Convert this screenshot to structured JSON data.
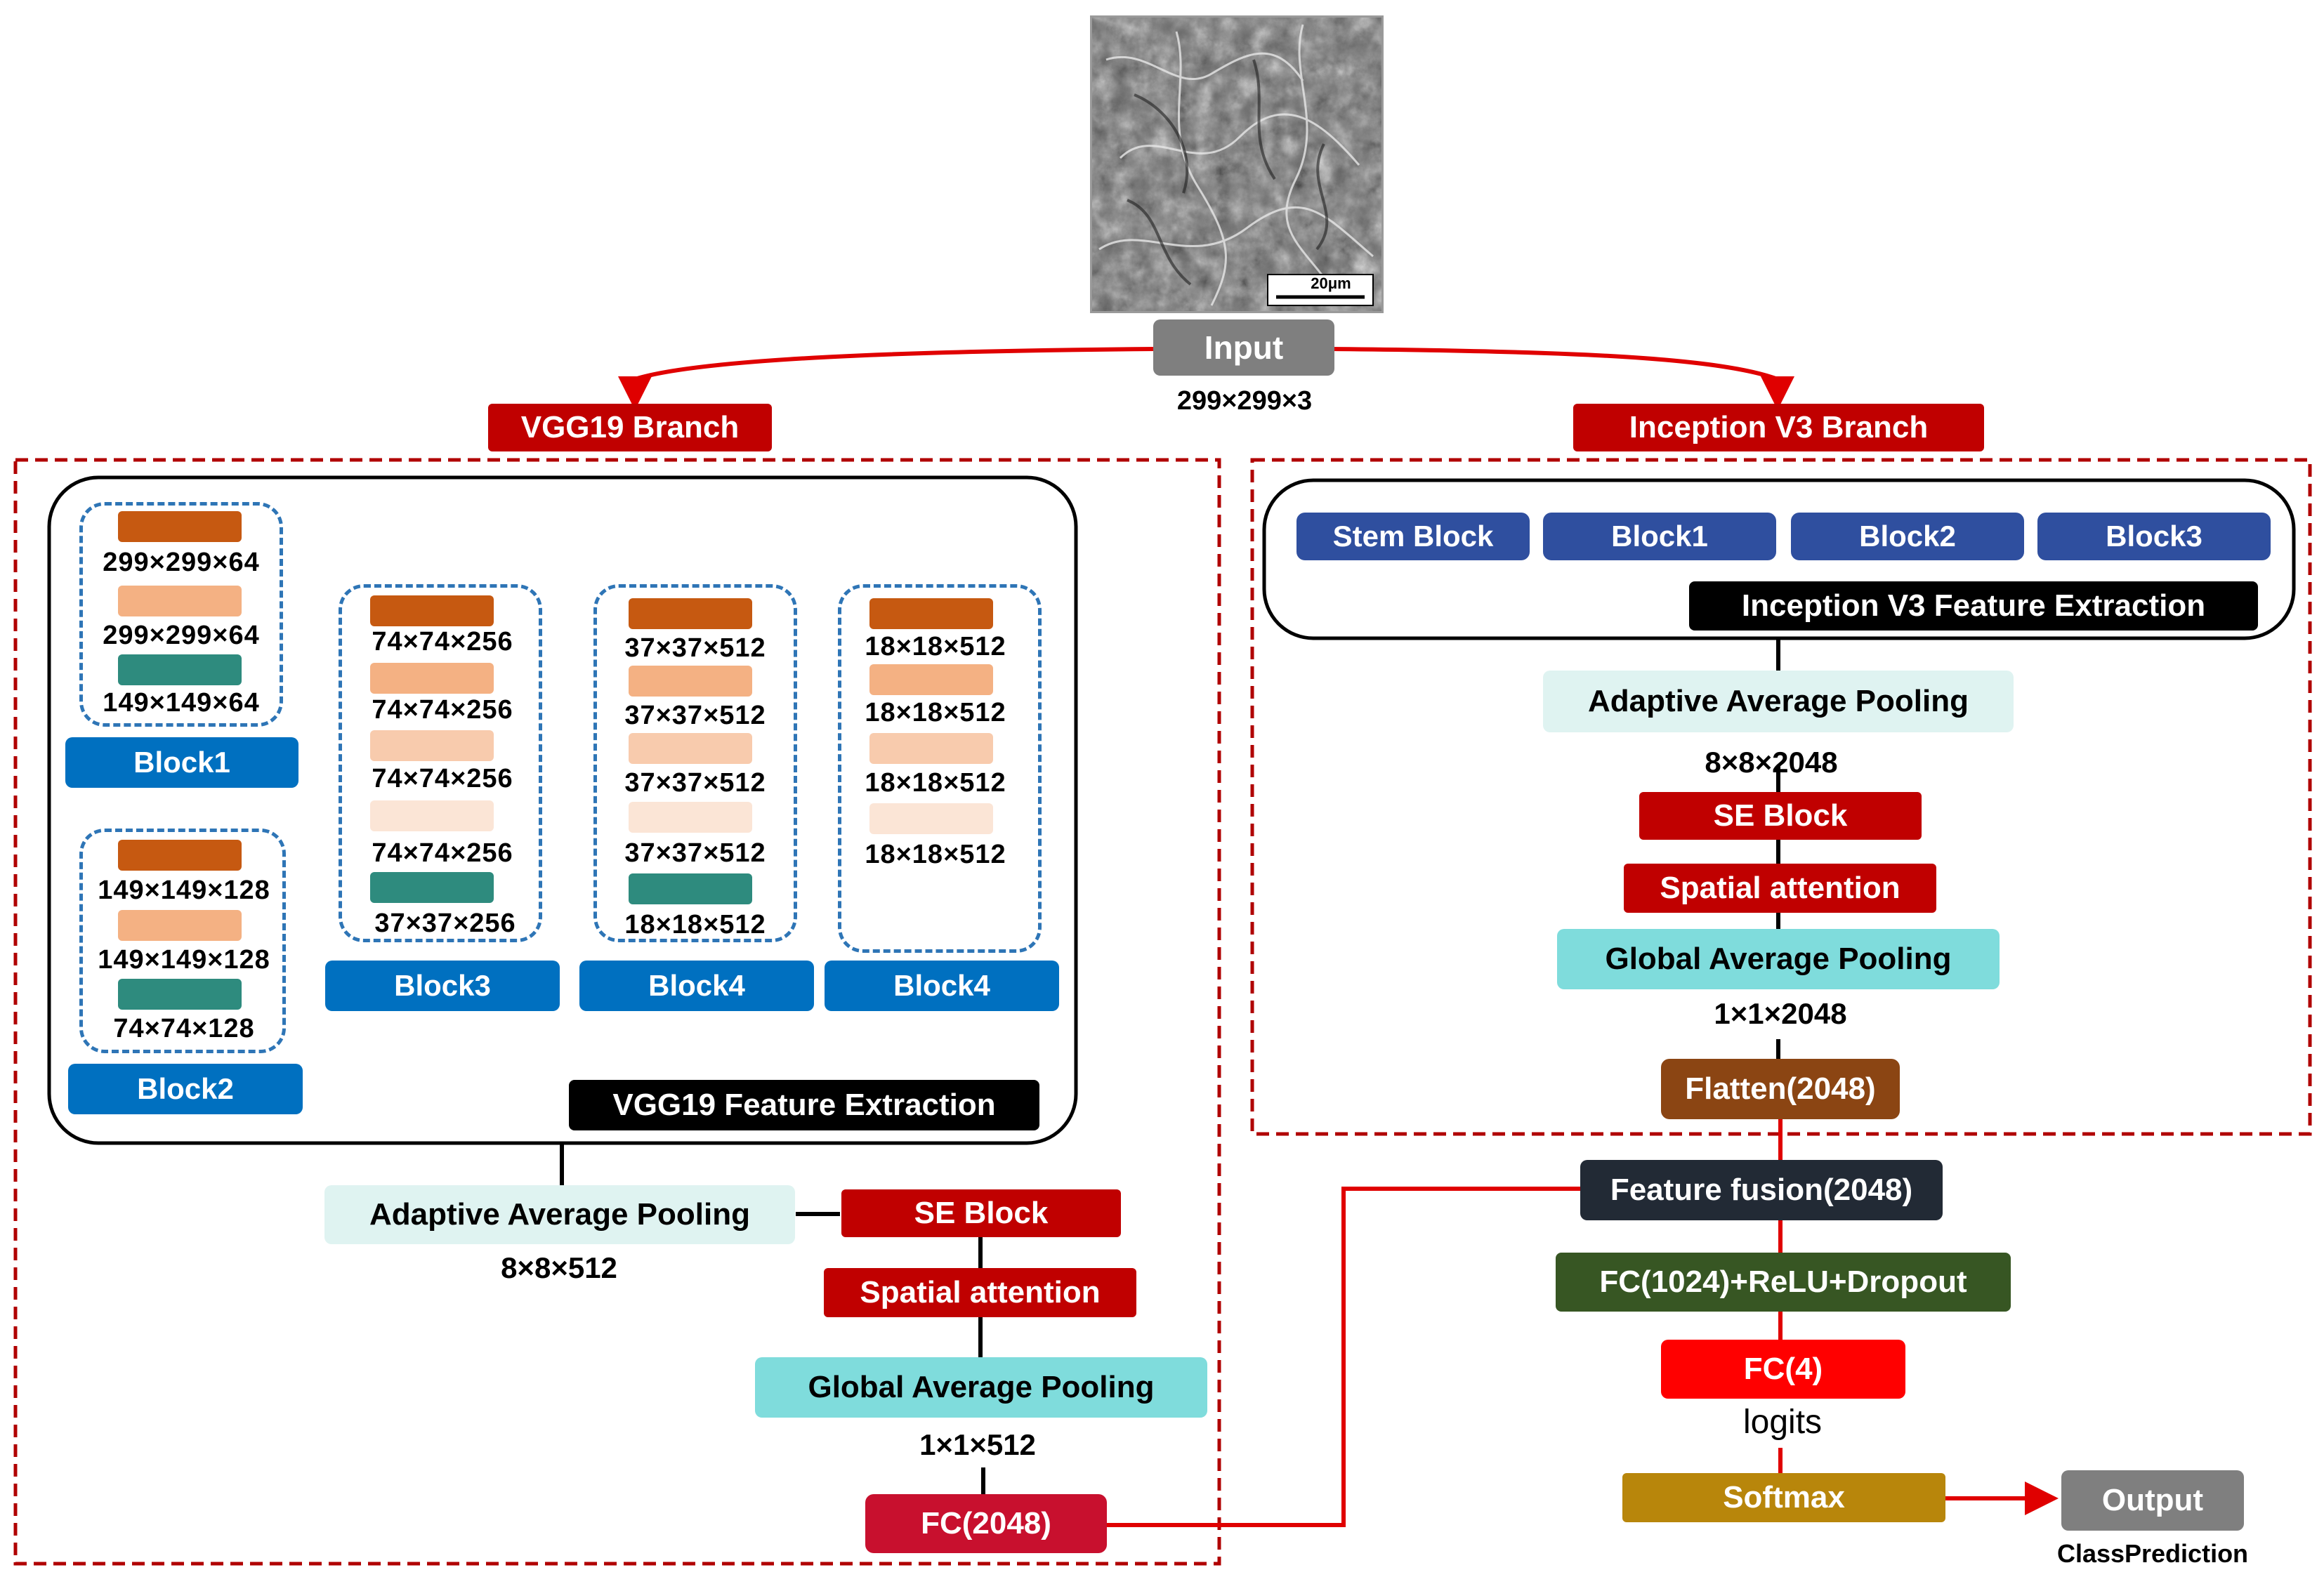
{
  "input": {
    "scale_bar_label": "20μm",
    "label": "Input",
    "dims": "299×299×3"
  },
  "branches": {
    "vgg": "VGG19 Branch",
    "inception": "Inception V3 Branch"
  },
  "vgg": {
    "block1": {
      "label": "Block1",
      "dims": [
        "299×299×64",
        "299×299×64",
        "149×149×64"
      ]
    },
    "block2": {
      "label": "Block2",
      "dims": [
        "149×149×128",
        "149×149×128",
        "74×74×128"
      ]
    },
    "block3": {
      "label": "Block3",
      "dims": [
        "74×74×256",
        "74×74×256",
        "74×74×256",
        "74×74×256",
        "37×37×256"
      ]
    },
    "block4a": {
      "label": "Block4",
      "dims": [
        "37×37×512",
        "37×37×512",
        "37×37×512",
        "37×37×512",
        "18×18×512"
      ]
    },
    "block4b": {
      "label": "Block4",
      "dims": [
        "18×18×512",
        "18×18×512",
        "18×18×512",
        "18×18×512"
      ]
    },
    "feature_extraction": "VGG19 Feature Extraction",
    "adaptive_pool": "Adaptive Average Pooling",
    "adaptive_dims": "8×8×512",
    "se_block": "SE Block",
    "spatial": "Spatial attention",
    "global_pool": "Global Average Pooling",
    "global_dims": "1×1×512",
    "fc": "FC(2048)"
  },
  "inception": {
    "blocks": [
      "Stem Block",
      "Block1",
      "Block2",
      "Block3"
    ],
    "feature_extraction": "Inception V3 Feature Extraction",
    "adaptive_pool": "Adaptive Average Pooling",
    "adaptive_dims": "8×8×2048",
    "se_block": "SE Block",
    "spatial": "Spatial attention",
    "global_pool": "Global Average Pooling",
    "global_dims": "1×1×2048",
    "flatten": "Flatten(2048)"
  },
  "head": {
    "fusion": "Feature fusion(2048)",
    "fc1024": "FC(1024)+ReLU+Dropout",
    "fc4": "FC(4)",
    "logits": "logits",
    "softmax": "Softmax",
    "output": "Output",
    "class_prediction": "ClassPrediction"
  },
  "colors": {
    "red_arrow": "#e00000",
    "branch_red": "#c00000",
    "se_red": "#c00000",
    "fc2048_red": "#c8102e",
    "input_gray": "#7f7f7f",
    "vgg_blue": "#0070c0",
    "inception_navy": "#2f4f9f",
    "flatten_brown": "#8b4513",
    "fusion_dark": "#222a35",
    "fc1024_green": "#375623",
    "fc4_red": "#ff0000",
    "softmax_gold": "#b8860b",
    "output_gray": "#7f7f7f"
  }
}
